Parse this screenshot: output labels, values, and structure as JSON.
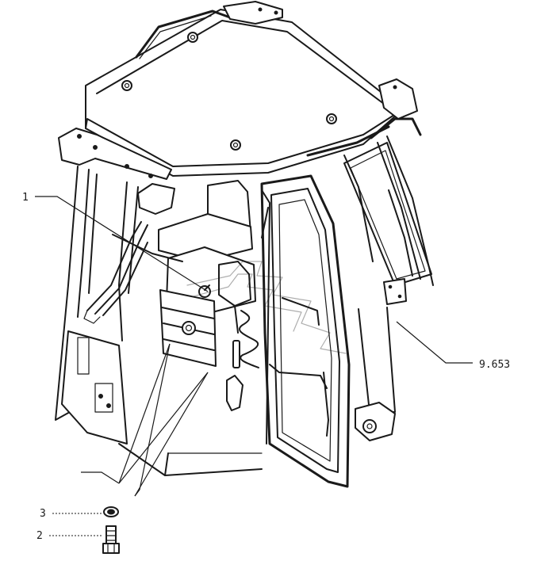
{
  "callouts": {
    "item_1": "1",
    "item_2": "2",
    "item_3": "3",
    "item_ref": "9.653"
  }
}
